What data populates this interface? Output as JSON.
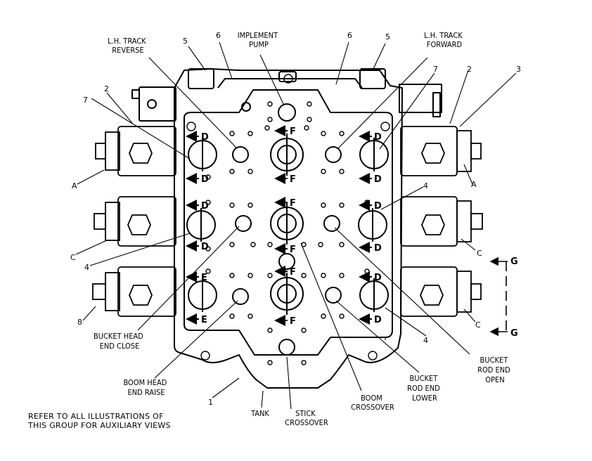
{
  "labels": {
    "lh_track_reverse": [
      "L.H. TRACK",
      "REVERSE"
    ],
    "implement_pump": [
      "IMPLEMENT",
      "PUMP"
    ],
    "lh_track_forward": [
      "L.H. TRACK",
      "FORWARD"
    ],
    "bucket_head_end_close": [
      "BUCKET HEAD",
      "END CLOSE"
    ],
    "boom_head_end_raise": [
      "BOOM HEAD",
      "END RAISE"
    ],
    "tank": "TANK",
    "stick_crossover": [
      "STICK",
      "CROSSOVER"
    ],
    "boom_crossover": [
      "BOOM",
      "CROSSOVER"
    ],
    "bucket_rod_end_lower": [
      "BUCKET",
      "ROD END",
      "LOWER"
    ],
    "bucket_rod_end_open": [
      "BUCKET",
      "ROD END",
      "OPEN"
    ]
  },
  "callouts": {
    "n5_left": "5",
    "n6_left": "6",
    "n6_right": "6",
    "n5_right": "5",
    "n7_left": "7",
    "n7_right": "7",
    "n2_left": "2",
    "n2_right": "2",
    "n3": "3",
    "n4_left": "4",
    "n4_right_top": "4",
    "n4_right_bottom": "4",
    "n8": "8",
    "n1": "1"
  },
  "ports": {
    "A_left": "A",
    "A_right": "A",
    "C_left": "C",
    "C_right_mid": "C",
    "C_right_bottom": "C",
    "D": "D",
    "E": "E",
    "F": "F"
  },
  "section": {
    "G_top": "G",
    "G_bottom": "G"
  },
  "note": [
    "REFER TO ALL ILLUSTRATIONS OF",
    "THIS GROUP FOR AUXILIARY VIEWS"
  ]
}
